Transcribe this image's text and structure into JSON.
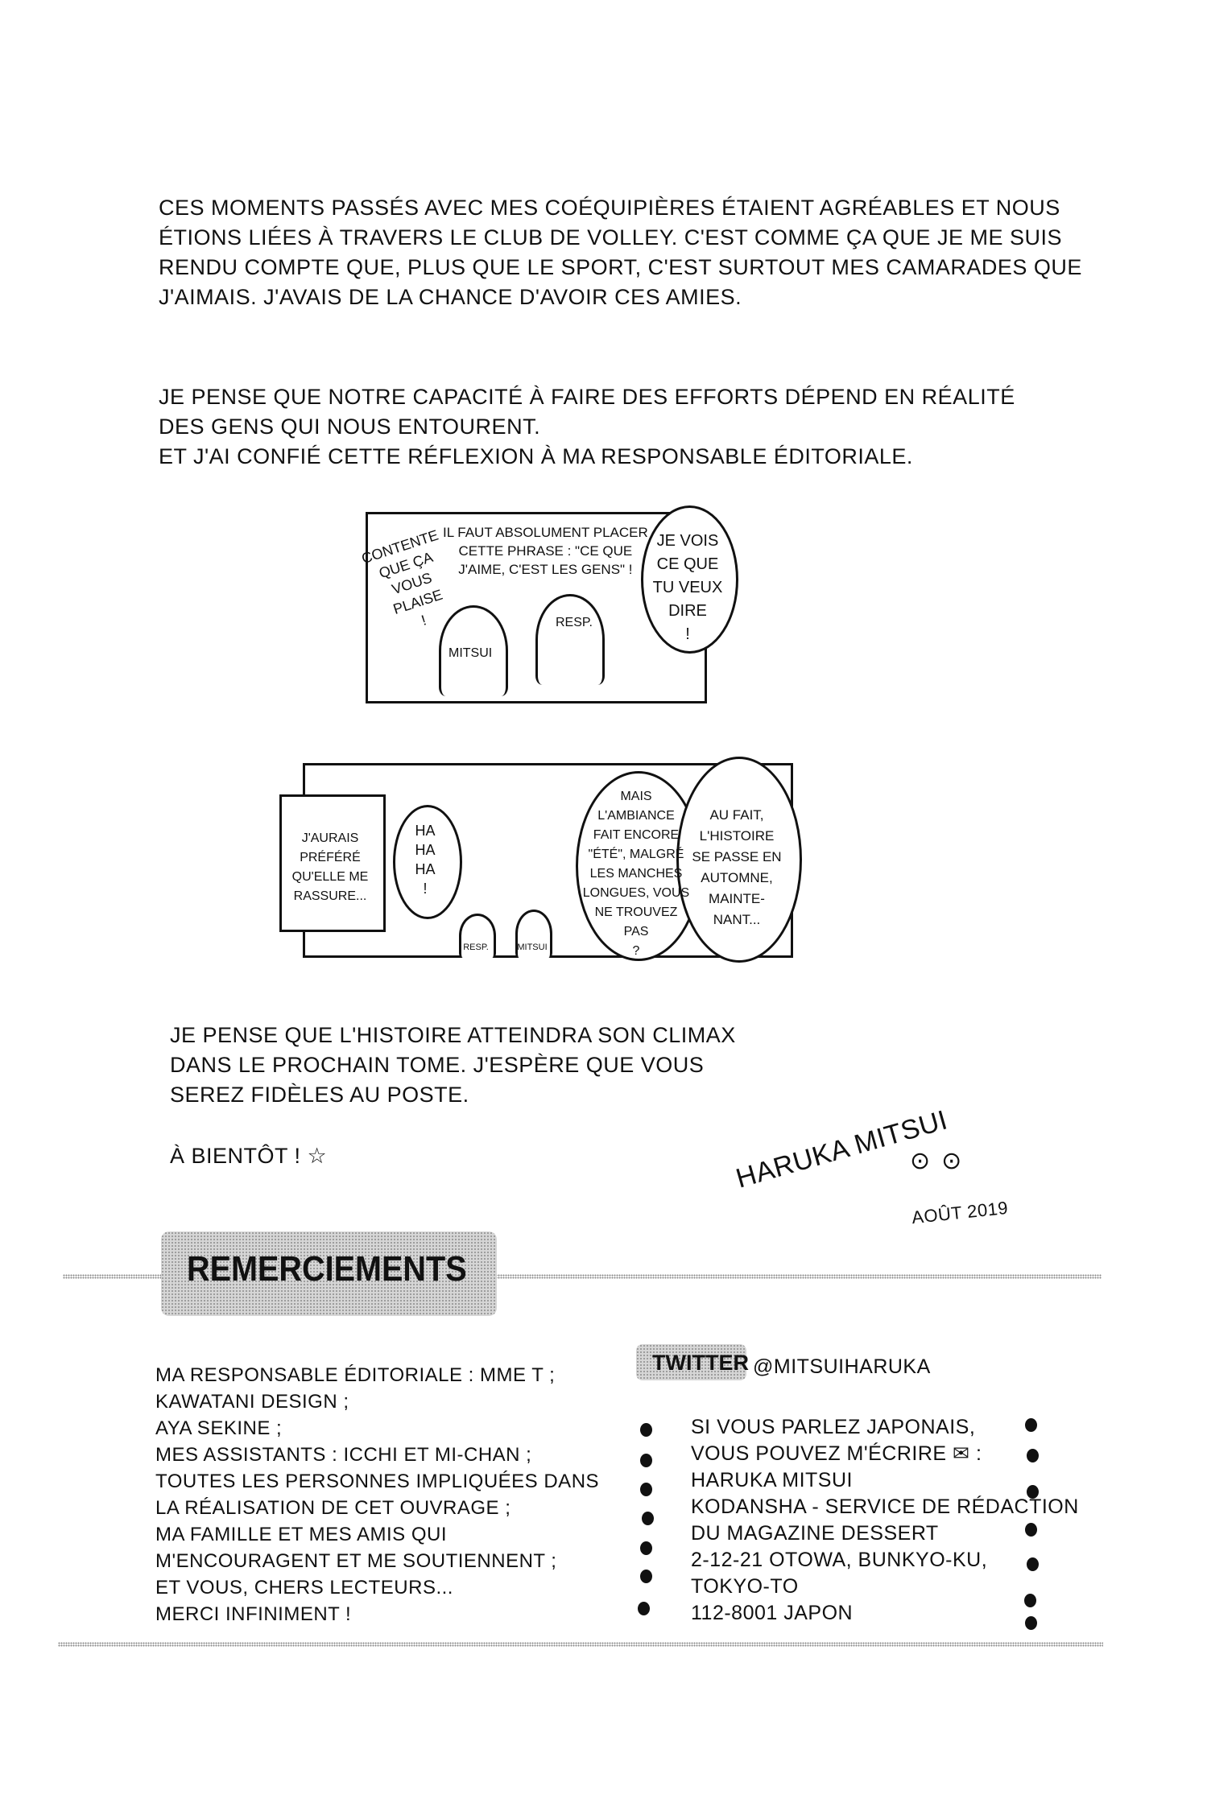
{
  "paragraphs": [
    "Ces moments passés avec mes coéquipières étaient agréables et nous\nétions liées à travers le club de volley. C'est comme ça que je me suis\nrendu compte que, plus que le sport, c'est surtout mes camarades que\nj'aimais. J'avais de la chance d'avoir ces amies.",
    "Je pense que notre capacité à faire des efforts dépend en réalité\ndes gens qui nous entourent.\nEt j'ai confié cette réflexion à ma responsable éditoriale.",
    "Je pense que l'histoire atteindra son climax\ndans le prochain tome. J'espère que vous\nserez fidèles au poste."
  ],
  "comic": {
    "panel1": {
      "contente": "CONTENTE\nQUE ÇA\nVOUS\nPLAISE\n!",
      "phrase": "IL FAUT ABSOLUMENT PLACER\nCETTE PHRASE : \"CE QUE\nJ'AIME, C'EST LES GENS\" !",
      "bubble": "JE VOIS\nCE QUE\nTU VEUX\nDIRE\n!",
      "mitsui": "MITSUI",
      "resp": "RESP."
    },
    "panel2": {
      "card": "J'AURAIS\nPRÉFÉRÉ\nQU'ELLE ME\nRASSURE...",
      "haha": "HA\nHA\nHA\n!",
      "mais": "MAIS\nL'AMBIANCE\nFAIT ENCORE\n\"ÉTÉ\", MALGRÉ\nLES MANCHES\nLONGUES, VOUS\nNE TROUVEZ\nPAS\n?",
      "aufait": "AU FAIT,\nL'HISTOIRE\nSE PASSE EN\nAUTOMNE,\nMAINTE-\nNANT...",
      "resp": "RESP.",
      "mitsui": "MITSUI"
    }
  },
  "closing": "À bientôt !",
  "signature": "Haruka Mitsui",
  "date": "Août 2019",
  "thanks": {
    "title": "REMERCIEMENTS",
    "lines": [
      "Ma responsable éditoriale : Mme T ;",
      "Kawatani Design ;",
      "Aya Sekine ;",
      "Mes assistants : Icchi et Mi-chan ;",
      "Toutes les personnes impliquées dans",
      "la réalisation de cet ouvrage ;",
      "Ma famille et mes amis qui",
      "m'encouragent et me soutiennent ;",
      "Et vous, chers lecteurs...",
      "Merci infiniment !"
    ]
  },
  "contact": {
    "twitter_label": "TWITTER",
    "twitter_handle": "@MITSUIHARUKA",
    "lines": [
      "Si vous parlez japonais,",
      "vous pouvez m'écrire",
      "Haruka Mitsui",
      "Kodansha - Service de rédaction",
      "du magazine Dessert",
      "2-12-21 Otowa, Bunkyo-ku,",
      "Tokyo-to",
      "112-8001 Japon"
    ],
    "mail_suffix": " :"
  }
}
